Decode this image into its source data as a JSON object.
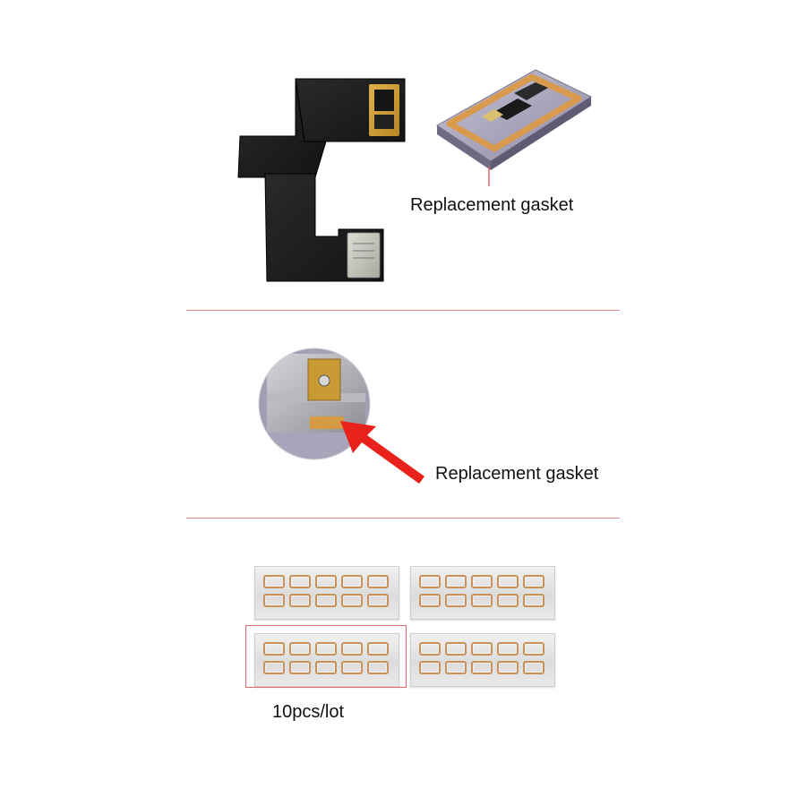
{
  "section1": {
    "label": "Replacement gasket"
  },
  "section2": {
    "label": "Replacement gasket"
  },
  "section3": {
    "caption": "10pcs/lot"
  },
  "colors": {
    "divider": "#e88a8a",
    "arrow": "#e8211c",
    "gasket_copper": "#c8925a",
    "flex_cable": "#1e1e1e"
  }
}
